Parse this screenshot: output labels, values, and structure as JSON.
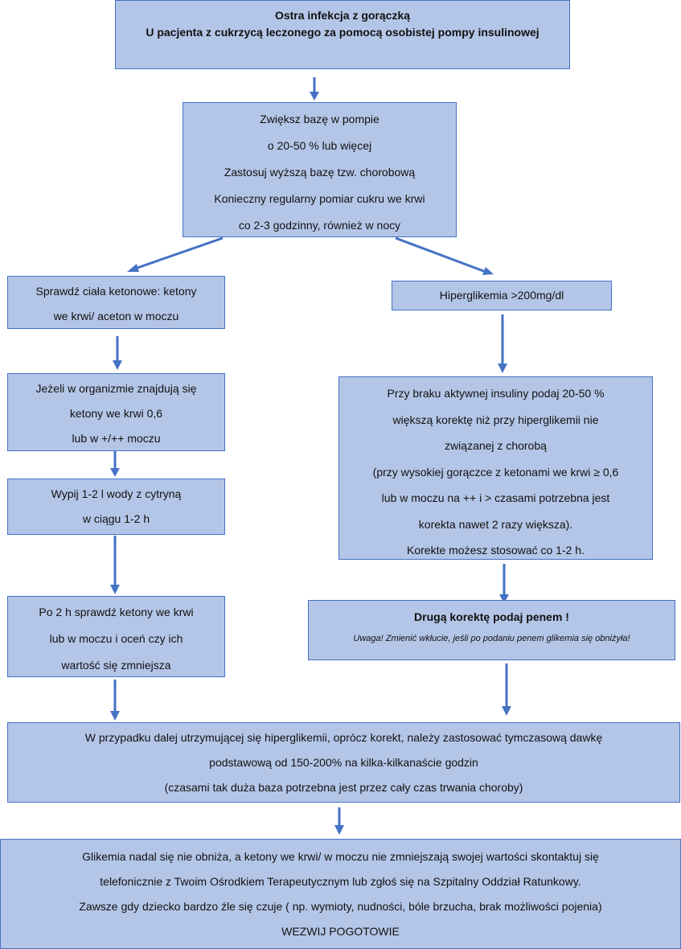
{
  "colors": {
    "box_fill": "#b4c6e7",
    "box_border": "#4472c4",
    "arrow": "#4472c4"
  },
  "boxes": {
    "title": [
      "Ostra infekcja z gorączką",
      "U pacjenta z cukrzycą leczonego za pomocą osobistej pompy insulinowej"
    ],
    "increase_basal": [
      "Zwiększ bazę w pompie",
      "o 20-50 % lub więcej",
      "Zastosuj wyższą bazę tzw. chorobową",
      "Konieczny regularny pomiar cukru we krwi",
      "co 2-3 godzinny, również w nocy"
    ],
    "check_ketones": [
      "Sprawdź ciała ketonowe: ketony",
      "we krwi/ aceton w moczu"
    ],
    "hyperglycemia": [
      "Hiperglikemia >200mg/dl"
    ],
    "if_ketones": [
      "Jeżeli w organizmie znajdują się",
      "ketony we krwi 0,6",
      "lub w +/++ moczu"
    ],
    "drink_water": [
      "Wypij 1-2 l wody z cytryną",
      "w ciągu 1-2 h"
    ],
    "correction": [
      "Przy braku aktywnej insuliny podaj 20-50 %",
      "większą korektę niż przy hiperglikemii nie",
      "związanej z chorobą",
      "(przy wysokiej gorączce z ketonami we krwi ≥ 0,6",
      "lub w moczu na ++ i > czasami potrzebna jest",
      "korekta nawet 2 razy większa).",
      "Korekte możesz stosować co 1-2 h."
    ],
    "check_after_2h": [
      "Po 2 h sprawdź ketony we krwi",
      "lub w moczu i oceń czy ich",
      "wartość się zmniejsza"
    ],
    "second_correction": {
      "title": "Drugą korektę podaj penem !",
      "note": "Uwaga! Zmienić wkłucie, jeśli po podaniu penem glikemia się obniżyła!"
    },
    "temp_basal": [
      "W przypadku dalej utrzymującej się hiperglikemii, oprócz korekt, należy zastosować tymczasową dawkę",
      "podstawową od 150-200% na kilka-kilkanaście godzin",
      "(czasami tak duża baza potrzebna jest przez cały czas trwania choroby)"
    ],
    "final": [
      "Glikemia nadal się nie obniża, a ketony we krwi/ w moczu nie zmniejszają swojej wartości skontaktuj się",
      "telefonicznie z Twoim Ośrodkiem Terapeutycznym lub zgłoś się na Szpitalny Oddział Ratunkowy.",
      "Zawsze gdy dziecko bardzo źle się czuje ( np. wymioty, nudności, bóle brzucha, brak możliwości pojenia)",
      "WEZWIJ POGOTOWIE"
    ]
  }
}
